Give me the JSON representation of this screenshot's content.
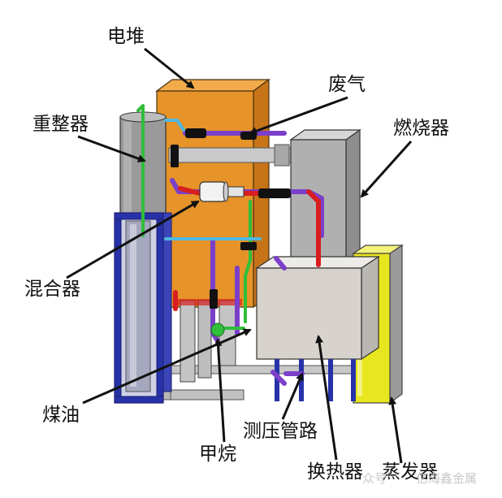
{
  "labels": {
    "stack": "电堆",
    "exhaust": "废气",
    "reformer": "重整器",
    "burner": "燃烧器",
    "mixer": "混合器",
    "kerosene": "煤油",
    "pressure_line": "测压管路",
    "methane": "甲烷",
    "heat_exchanger": "换热器",
    "evaporator": "蒸发器"
  },
  "watermark": {
    "prefix": "众号 · ",
    "name": "亿海鑫金属"
  },
  "colors": {
    "stack": "#e6932a",
    "reformer": "#9a9a9a",
    "burner": "#b0b0b0",
    "heat_exchanger": "#d7d3cc",
    "evaporator": "#e8e61e",
    "frame_blue": "#2732a8",
    "pipe_purple": "#7b3fc9",
    "pipe_green": "#2fbf3a",
    "pipe_red": "#d81e1e",
    "pipe_cyan": "#4fb8e0"
  }
}
